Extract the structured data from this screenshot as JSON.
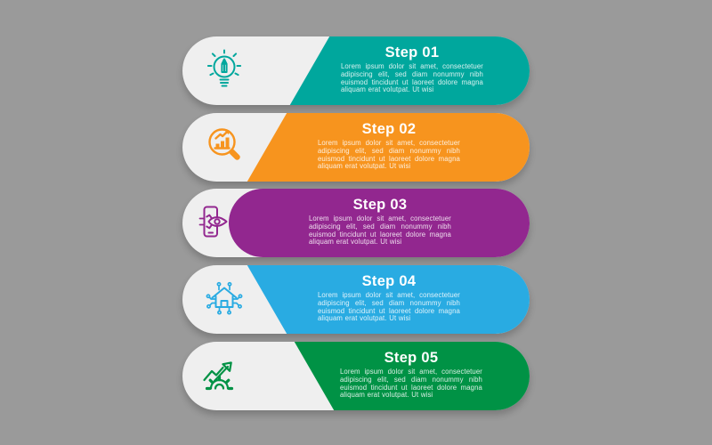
{
  "canvas": {
    "background": "#9A9A9A",
    "card_background": "#EFEFEF",
    "title_color": "#FFFFFF"
  },
  "steps": [
    {
      "title": "Step 01",
      "body": "Lorem ipsum dolor sit amet, consectetuer adipiscing elit, sed diam nonummy nibh euismod tincidunt ut laoreet dolore magna aliquam erat volutpat. Ut wisi",
      "color": "#00A79D",
      "icon": "idea-bulb-pencil-icon"
    },
    {
      "title": "Step 02",
      "body": "Lorem ipsum dolor sit amet, consectetuer adipiscing elit, sed diam nonummy nibh euismod tincidunt ut laoreet dolore magna aliquam erat volutpat. Ut wisi",
      "color": "#F7941E",
      "icon": "analysis-magnifier-chart-icon"
    },
    {
      "title": "Step 03",
      "body": "Lorem ipsum dolor sit amet, consectetuer adipiscing elit, sed diam nonummy nibh euismod tincidunt ut laoreet dolore magna aliquam erat volutpat. Ut wisi",
      "color": "#92278F",
      "icon": "launch-phone-rocket-icon"
    },
    {
      "title": "Step 04",
      "body": "Lorem ipsum dolor sit amet, consectetuer adipiscing elit, sed diam nonummy nibh euismod tincidunt ut laoreet dolore magna aliquam erat volutpat. Ut wisi",
      "color": "#29ABE2",
      "icon": "smart-home-circuit-icon"
    },
    {
      "title": "Step 05",
      "body": "Lorem ipsum dolor sit amet, consectetuer adipiscing elit, sed diam nonummy nibh euismod tincidunt ut laoreet dolore magna aliquam erat volutpat. Ut wisi",
      "color": "#009245",
      "icon": "growth-gear-arrow-icon"
    }
  ]
}
